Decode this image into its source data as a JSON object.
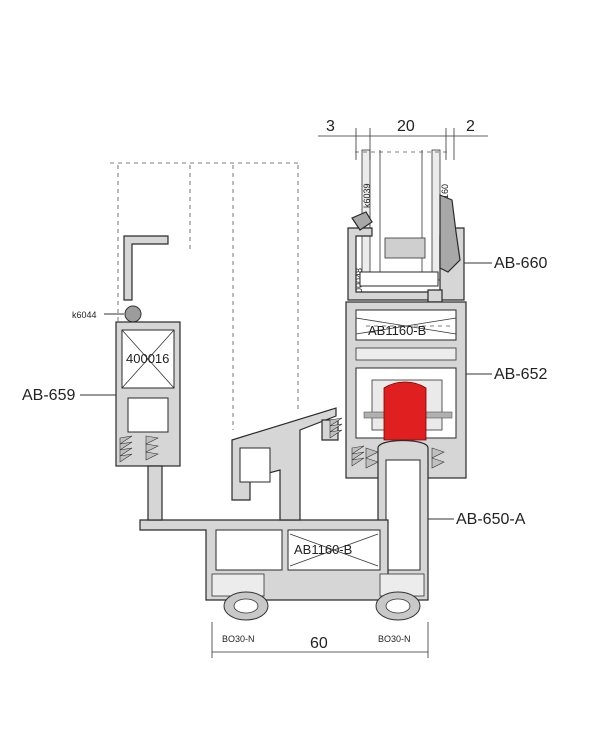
{
  "dimensions": {
    "gap_left": "3",
    "glass": "20",
    "gap_right": "2",
    "depth": "60"
  },
  "labels": {
    "gasket_a": "k6039",
    "gasket_b": "K2160",
    "bead_code": "400048",
    "sash_gasket": "k6044",
    "corner_cleat_left": "400016",
    "thermal_break_upper": "AB1160-B",
    "thermal_break_lower": "AB1160-B",
    "glazing_bead": "AB-660",
    "sash_profile": "AB-652",
    "mullion_profile": "AB-659",
    "frame_profile": "AB-650-A",
    "seal_left": "BO30-N",
    "seal_right": "BO30-N"
  },
  "colors": {
    "profile": "#d6d6d6",
    "gasket": "#a8a8a8",
    "insert": "#e02020"
  }
}
